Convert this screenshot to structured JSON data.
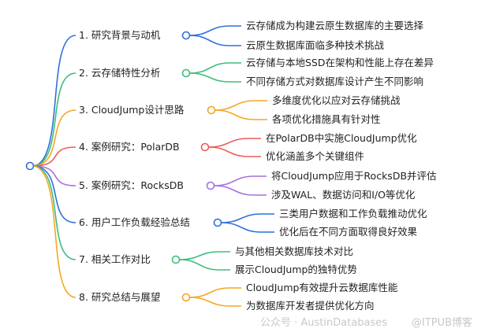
{
  "colors": {
    "blue": "#2f6fde",
    "green": "#3dbe7a",
    "orange": "#f5a623",
    "red": "#ef5b5b",
    "purple": "#a86fe0"
  },
  "branches": [
    {
      "label": "1. 研究背景与动机",
      "color": "blue",
      "children": [
        "云存储成为构建云原生数据库的主要选择",
        "云原生数据库面临多种技术挑战"
      ]
    },
    {
      "label": "2. 云存储特性分析",
      "color": "green",
      "children": [
        "云存储与本地SSD在架构和性能上存在差异",
        "不同存储方式对数据库设计产生不同影响"
      ]
    },
    {
      "label": "3. CloudJump设计思路",
      "color": "orange",
      "children": [
        "多维度优化以应对云存储挑战",
        "各项优化措施具有针对性"
      ]
    },
    {
      "label": "4. 案例研究：PolarDB",
      "color": "red",
      "children": [
        "在PolarDB中实施CloudJump优化",
        "优化涵盖多个关键组件"
      ]
    },
    {
      "label": "5. 案例研究：RocksDB",
      "color": "purple",
      "children": [
        "将CloudJump应用于RocksDB并评估",
        "涉及WAL、数据访问和I/O等优化"
      ]
    },
    {
      "label": "6. 用户工作负载经验总结",
      "color": "blue",
      "children": [
        "三类用户数据和工作负载推动优化",
        "优化后在不同方面取得良好效果"
      ]
    },
    {
      "label": "7. 相关工作对比",
      "color": "green",
      "children": [
        "与其他相关数据库技术对比",
        "展示CloudJump的独特优势"
      ]
    },
    {
      "label": "8. 研究总结与展望",
      "color": "orange",
      "children": [
        "CloudJump有效提升云数据库性能",
        "为数据库开发者提供优化方向"
      ]
    }
  ],
  "watermark": {
    "account": "公众号 · AustinDatabases",
    "site": "@ITPUB博客"
  }
}
